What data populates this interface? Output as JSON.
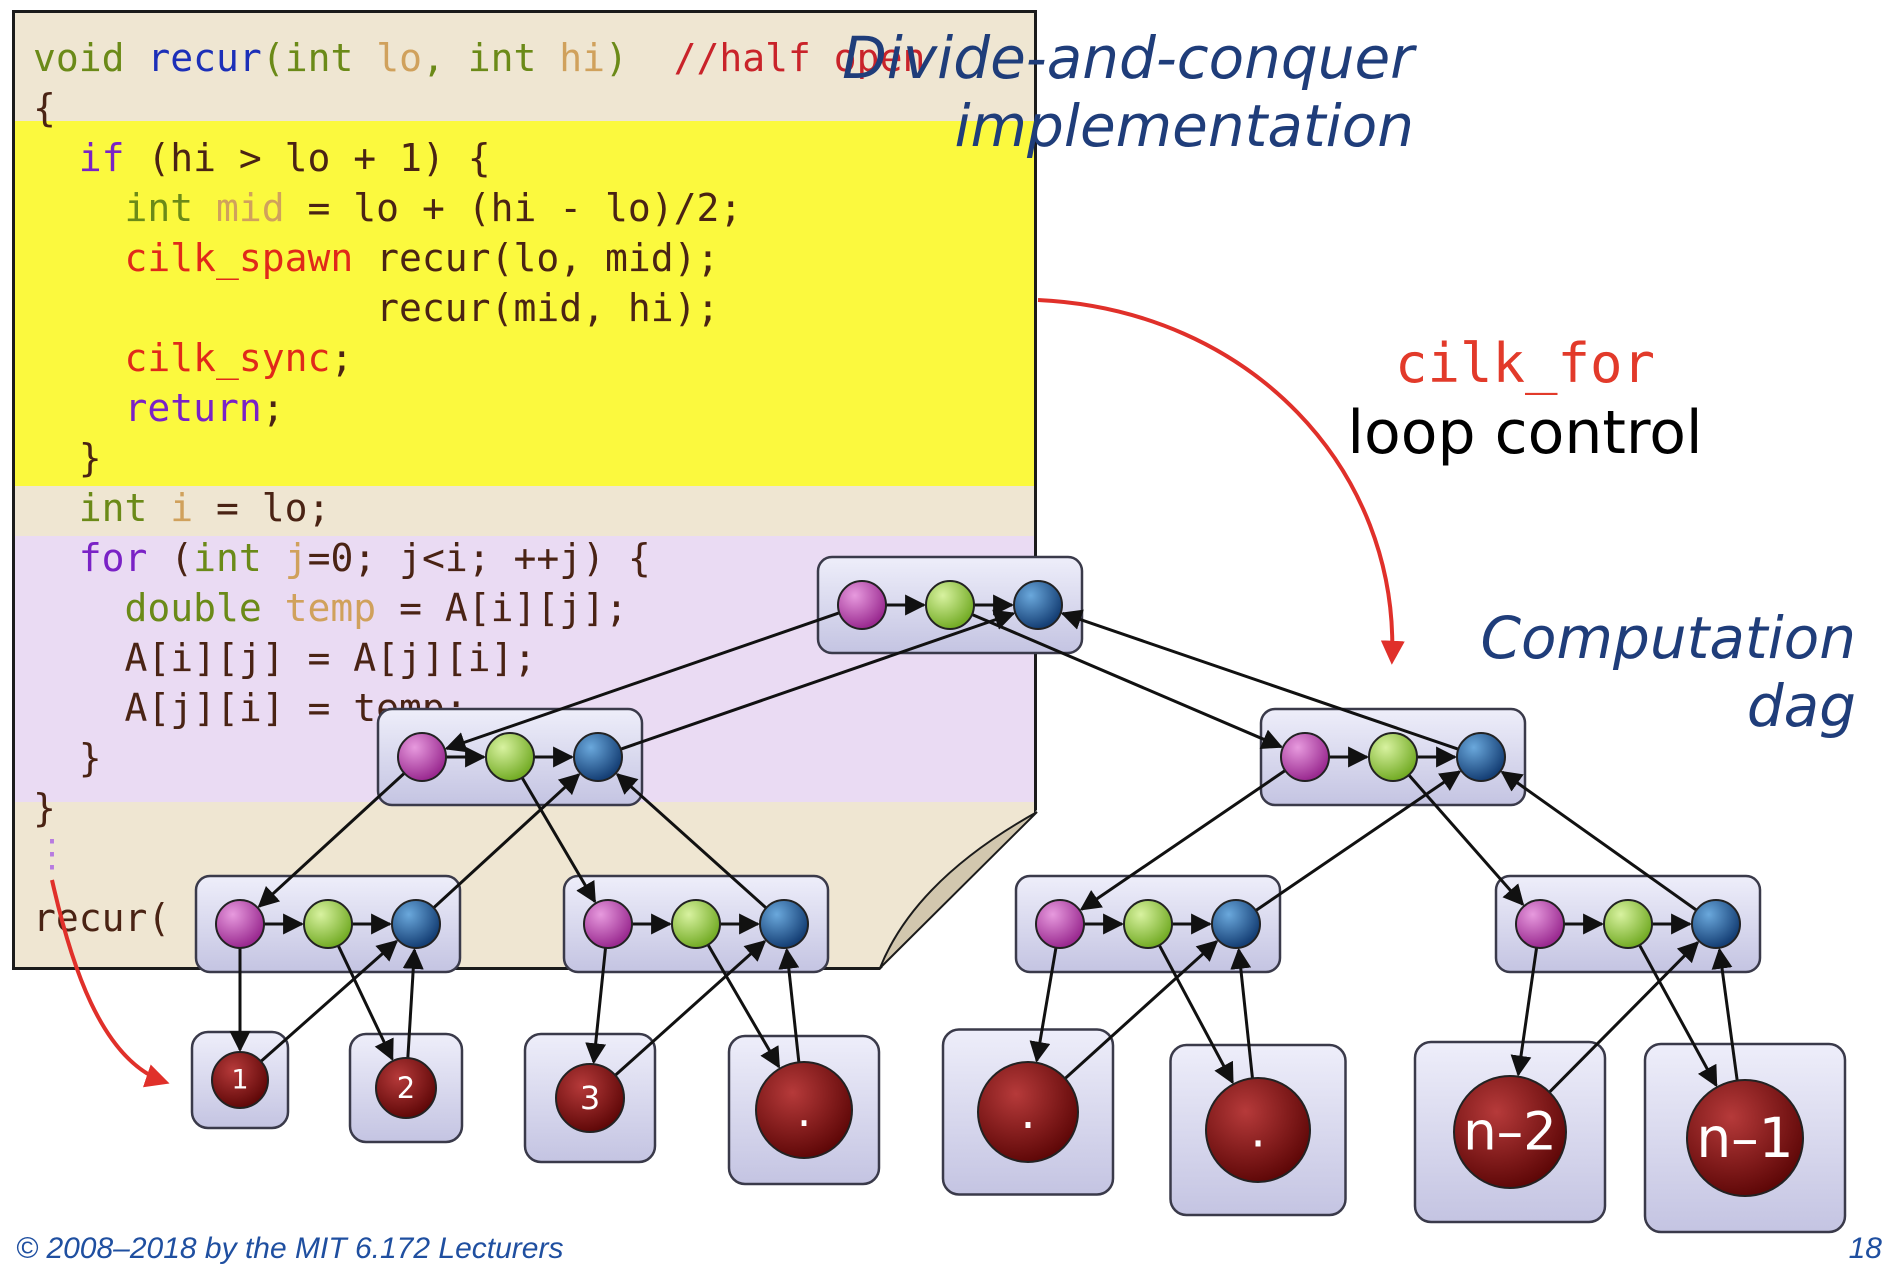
{
  "titles": {
    "divide_line1": "Divide-and-conquer",
    "divide_line2": "implementation",
    "cilk_for": "cilk_for",
    "loop_control": "loop control",
    "computation_line1": "Computation",
    "computation_line2": "dag"
  },
  "code": {
    "l1_void": "void",
    "l1_fn": "recur",
    "l1_open": "(",
    "l1_int1": "int",
    "l1_lo": " lo",
    "l1_comma": ", ",
    "l1_int2": "int",
    "l1_hi": " hi",
    "l1_close": ")",
    "l1_comment": "  //half open",
    "l2": "{",
    "l3_if": "if",
    "l3_rest": " (hi > lo + 1) {",
    "l4_int": "int",
    "l4_mid": " mid",
    "l4_rest": " = lo + (hi - lo)/2;",
    "l5_spawn": "cilk_spawn",
    "l5_rest": " recur(lo, mid);",
    "l6": "           recur(mid, hi);",
    "l7_sync": "cilk_sync",
    "l7_semi": ";",
    "l8_ret": "return",
    "l8_semi": ";",
    "l9": "}",
    "l10_int": "int",
    "l10_i": " i",
    "l10_rest": " = lo;",
    "l11_for": "for",
    "l11_open": " (",
    "l11_int": "int",
    "l11_j": " j",
    "l11_rest": "=0; j<i; ++j) {",
    "l12_double": "double",
    "l12_temp": " temp",
    "l12_rest": " = A[i][j];",
    "l13": "A[i][j] = A[j][i];",
    "l14": "A[j][i] = temp;",
    "l15": "}",
    "l16": "}",
    "l17": "⋮",
    "l18": "recur("
  },
  "dag": {
    "leaf_labels": [
      "1",
      "2",
      "3",
      ".",
      ".",
      ".",
      "n–2",
      "n–1"
    ],
    "colors": {
      "purple": "#b43fa8",
      "green": "#8cc43a",
      "blue": "#1f5e9c",
      "leaf": "#7b0d0d",
      "box_fill": "#d8d8ee",
      "arrow_red": "#e0302a"
    }
  },
  "footer": {
    "copyright": "© 2008–2018 by the MIT 6.172 Lecturers",
    "page": "18"
  }
}
